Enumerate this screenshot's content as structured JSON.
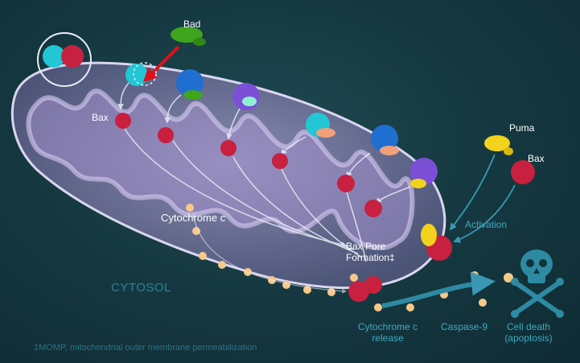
{
  "labels": {
    "bad": "Bad",
    "bax_top": "Bax",
    "puma": "Puma",
    "bax_right": "Bax",
    "cytochrome_c": "Cytochrome c",
    "bax_pore_line1": "Bax Pore",
    "bax_pore_line2": "Formation‡",
    "activation": "Activation",
    "cytosol": "CYTOSOL",
    "cyto_release_line1": "Cytochrome c",
    "cyto_release_line2": "release",
    "caspase9": "Caspase-9",
    "cell_death_line1": "Cell death",
    "cell_death_line2": "(apoptosis)",
    "footnote": "‡MOMP, mitochondrial outer membrane permeabilization"
  },
  "colors": {
    "background": "#163a42",
    "mitochondrion": "#b7a6d8",
    "bax": "#c8203f",
    "bad": "#3fa51d",
    "puma": "#f2d21b",
    "cytochrome": "#f5c98a",
    "bcl2_blue": "#1e6fd0",
    "bcl_cyan": "#22c6d4",
    "bcl_purple": "#7b4fd6",
    "label_teal": "#3ea9c2",
    "skull": "#2d8aa2",
    "red_arrow": "#e0101a"
  },
  "icons": [
    "skull-crossbones-icon",
    "red-arrow-icon"
  ]
}
